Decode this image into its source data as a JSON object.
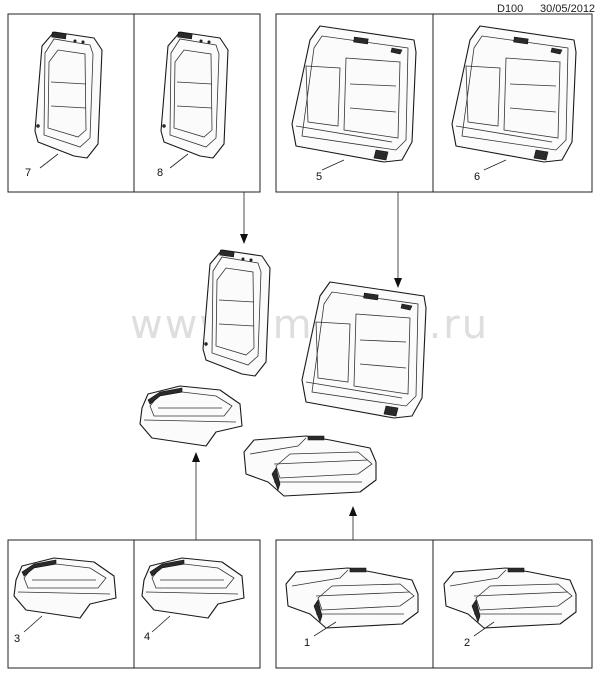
{
  "header": {
    "code": "D100",
    "date": "30/05/2012"
  },
  "watermark": "www.gmsklad.ru",
  "callouts": {
    "p1": "1",
    "p2": "2",
    "p3": "3",
    "p4": "4",
    "p5": "5",
    "p6": "6",
    "p7": "7",
    "p8": "8"
  }
}
